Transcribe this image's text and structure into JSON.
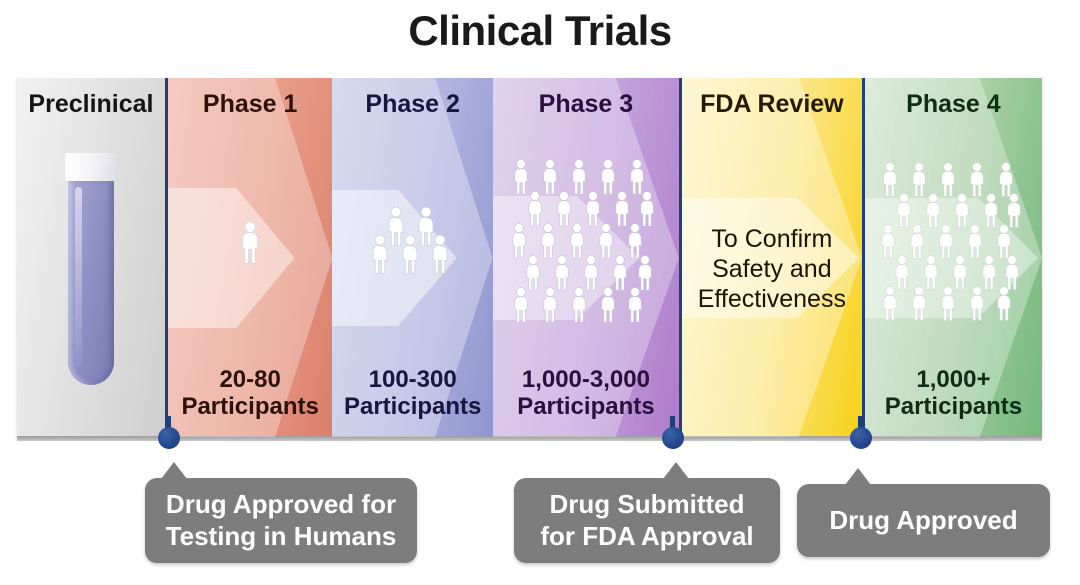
{
  "title": "Clinical Trials",
  "columns": [
    {
      "id": "preclinical",
      "header": "Preclinical",
      "art": "test-tube",
      "participants": "",
      "note": ""
    },
    {
      "id": "phase1",
      "header": "Phase 1",
      "art": "people",
      "people_count": 1,
      "participants_count": "20-80",
      "participants_label": "Participants",
      "note": ""
    },
    {
      "id": "phase2",
      "header": "Phase 2",
      "art": "people",
      "people_count": 6,
      "participants_count": "100-300",
      "participants_label": "Participants",
      "note": ""
    },
    {
      "id": "phase3",
      "header": "Phase 3",
      "art": "people",
      "people_count": 27,
      "participants_count": "1,000-3,000",
      "participants_label": "Participants",
      "note": ""
    },
    {
      "id": "fda-review",
      "header": "FDA Review",
      "art": "text",
      "participants": "",
      "note": "To Confirm\nSafety and\nEffectiveness",
      "note_lines": [
        "To Confirm",
        "Safety and",
        "Effectiveness"
      ]
    },
    {
      "id": "phase4",
      "header": "Phase 4",
      "art": "people",
      "people_count": 27,
      "participants_count": "1,000+",
      "participants_label": "Participants",
      "note": ""
    }
  ],
  "milestones": [
    {
      "id": "drug-approved-testing",
      "line1": "Drug Approved for",
      "line2": "Testing in Humans"
    },
    {
      "id": "drug-submitted-fda",
      "line1": "Drug Submitted",
      "line2": "for FDA Approval"
    },
    {
      "id": "drug-approved",
      "line1": "Drug Approved",
      "line2": ""
    }
  ],
  "colors": {
    "marker": "#20407a",
    "callout_bg": "#7d7d7d",
    "divider": "#20407a",
    "preclinical": "#e2e2e2",
    "phase1": "#e89a87",
    "phase2": "#aeb2de",
    "phase3": "#c29fda",
    "fda_review": "#fbe47d",
    "phase4": "#a9cfa6",
    "title_text": "#1a1a1a"
  }
}
